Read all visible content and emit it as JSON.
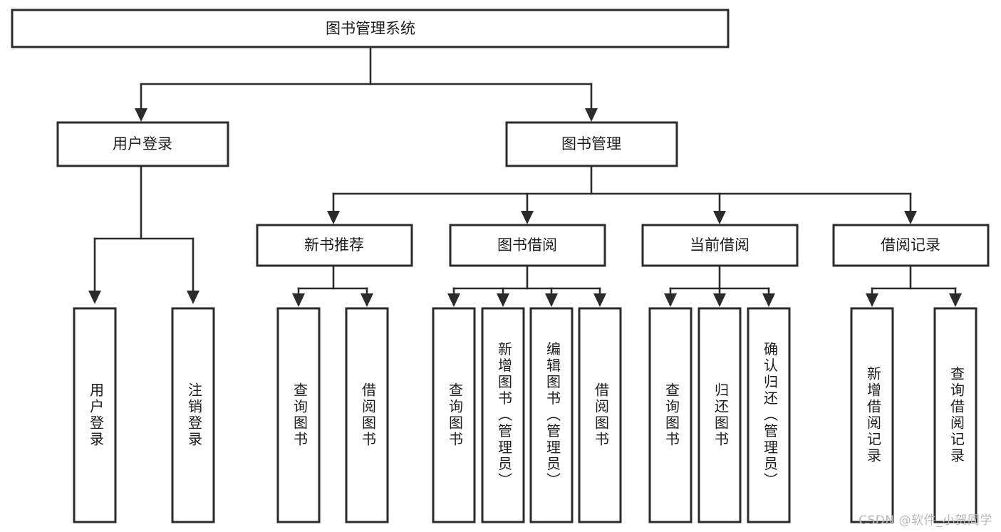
{
  "diagram": {
    "type": "tree-hierarchy",
    "orientation": "top-down",
    "root": {
      "id": "root",
      "label": "图书管理系统"
    },
    "level2": [
      {
        "id": "user-login",
        "label": "用户登录"
      },
      {
        "id": "book-manage",
        "label": "图书管理"
      }
    ],
    "level3": [
      {
        "id": "new-book-recommend",
        "label": "新书推荐",
        "parent": "book-manage"
      },
      {
        "id": "book-borrow",
        "label": "图书借阅",
        "parent": "book-manage"
      },
      {
        "id": "current-borrow",
        "label": "当前借阅",
        "parent": "book-manage"
      },
      {
        "id": "borrow-record",
        "label": "借阅记录",
        "parent": "book-manage"
      }
    ],
    "leaves": [
      {
        "id": "leaf-user-login",
        "label": "用户登录",
        "parent": "user-login"
      },
      {
        "id": "leaf-user-logout",
        "label": "注销登录",
        "parent": "user-login"
      },
      {
        "id": "leaf-query-book-1",
        "label": "查询图书",
        "parent": "new-book-recommend"
      },
      {
        "id": "leaf-borrow-book-1",
        "label": "借阅图书",
        "parent": "new-book-recommend"
      },
      {
        "id": "leaf-query-book-2",
        "label": "查询图书",
        "parent": "book-borrow"
      },
      {
        "id": "leaf-add-book",
        "label": "新增图书（管理员）",
        "parent": "book-borrow"
      },
      {
        "id": "leaf-edit-book",
        "label": "编辑图书（管理员）",
        "parent": "book-borrow"
      },
      {
        "id": "leaf-borrow-book-2",
        "label": "借阅图书",
        "parent": "book-borrow"
      },
      {
        "id": "leaf-query-book-3",
        "label": "查询图书",
        "parent": "current-borrow"
      },
      {
        "id": "leaf-return-book",
        "label": "归还图书",
        "parent": "current-borrow"
      },
      {
        "id": "leaf-confirm-return",
        "label": "确认归还（管理员）",
        "parent": "current-borrow"
      },
      {
        "id": "leaf-add-record",
        "label": "新增借阅记录",
        "parent": "borrow-record"
      },
      {
        "id": "leaf-query-record",
        "label": "查询借阅记录",
        "parent": "borrow-record"
      }
    ]
  },
  "watermark": {
    "text": "CSDN @软件_小贺同学"
  },
  "colors": {
    "box_stroke": "#2b2b2b",
    "box_fill": "#ffffff",
    "connector": "#2b2b2b",
    "text": "#1c1c1c",
    "watermark": "#b9b9b9",
    "background": "#ffffff"
  }
}
